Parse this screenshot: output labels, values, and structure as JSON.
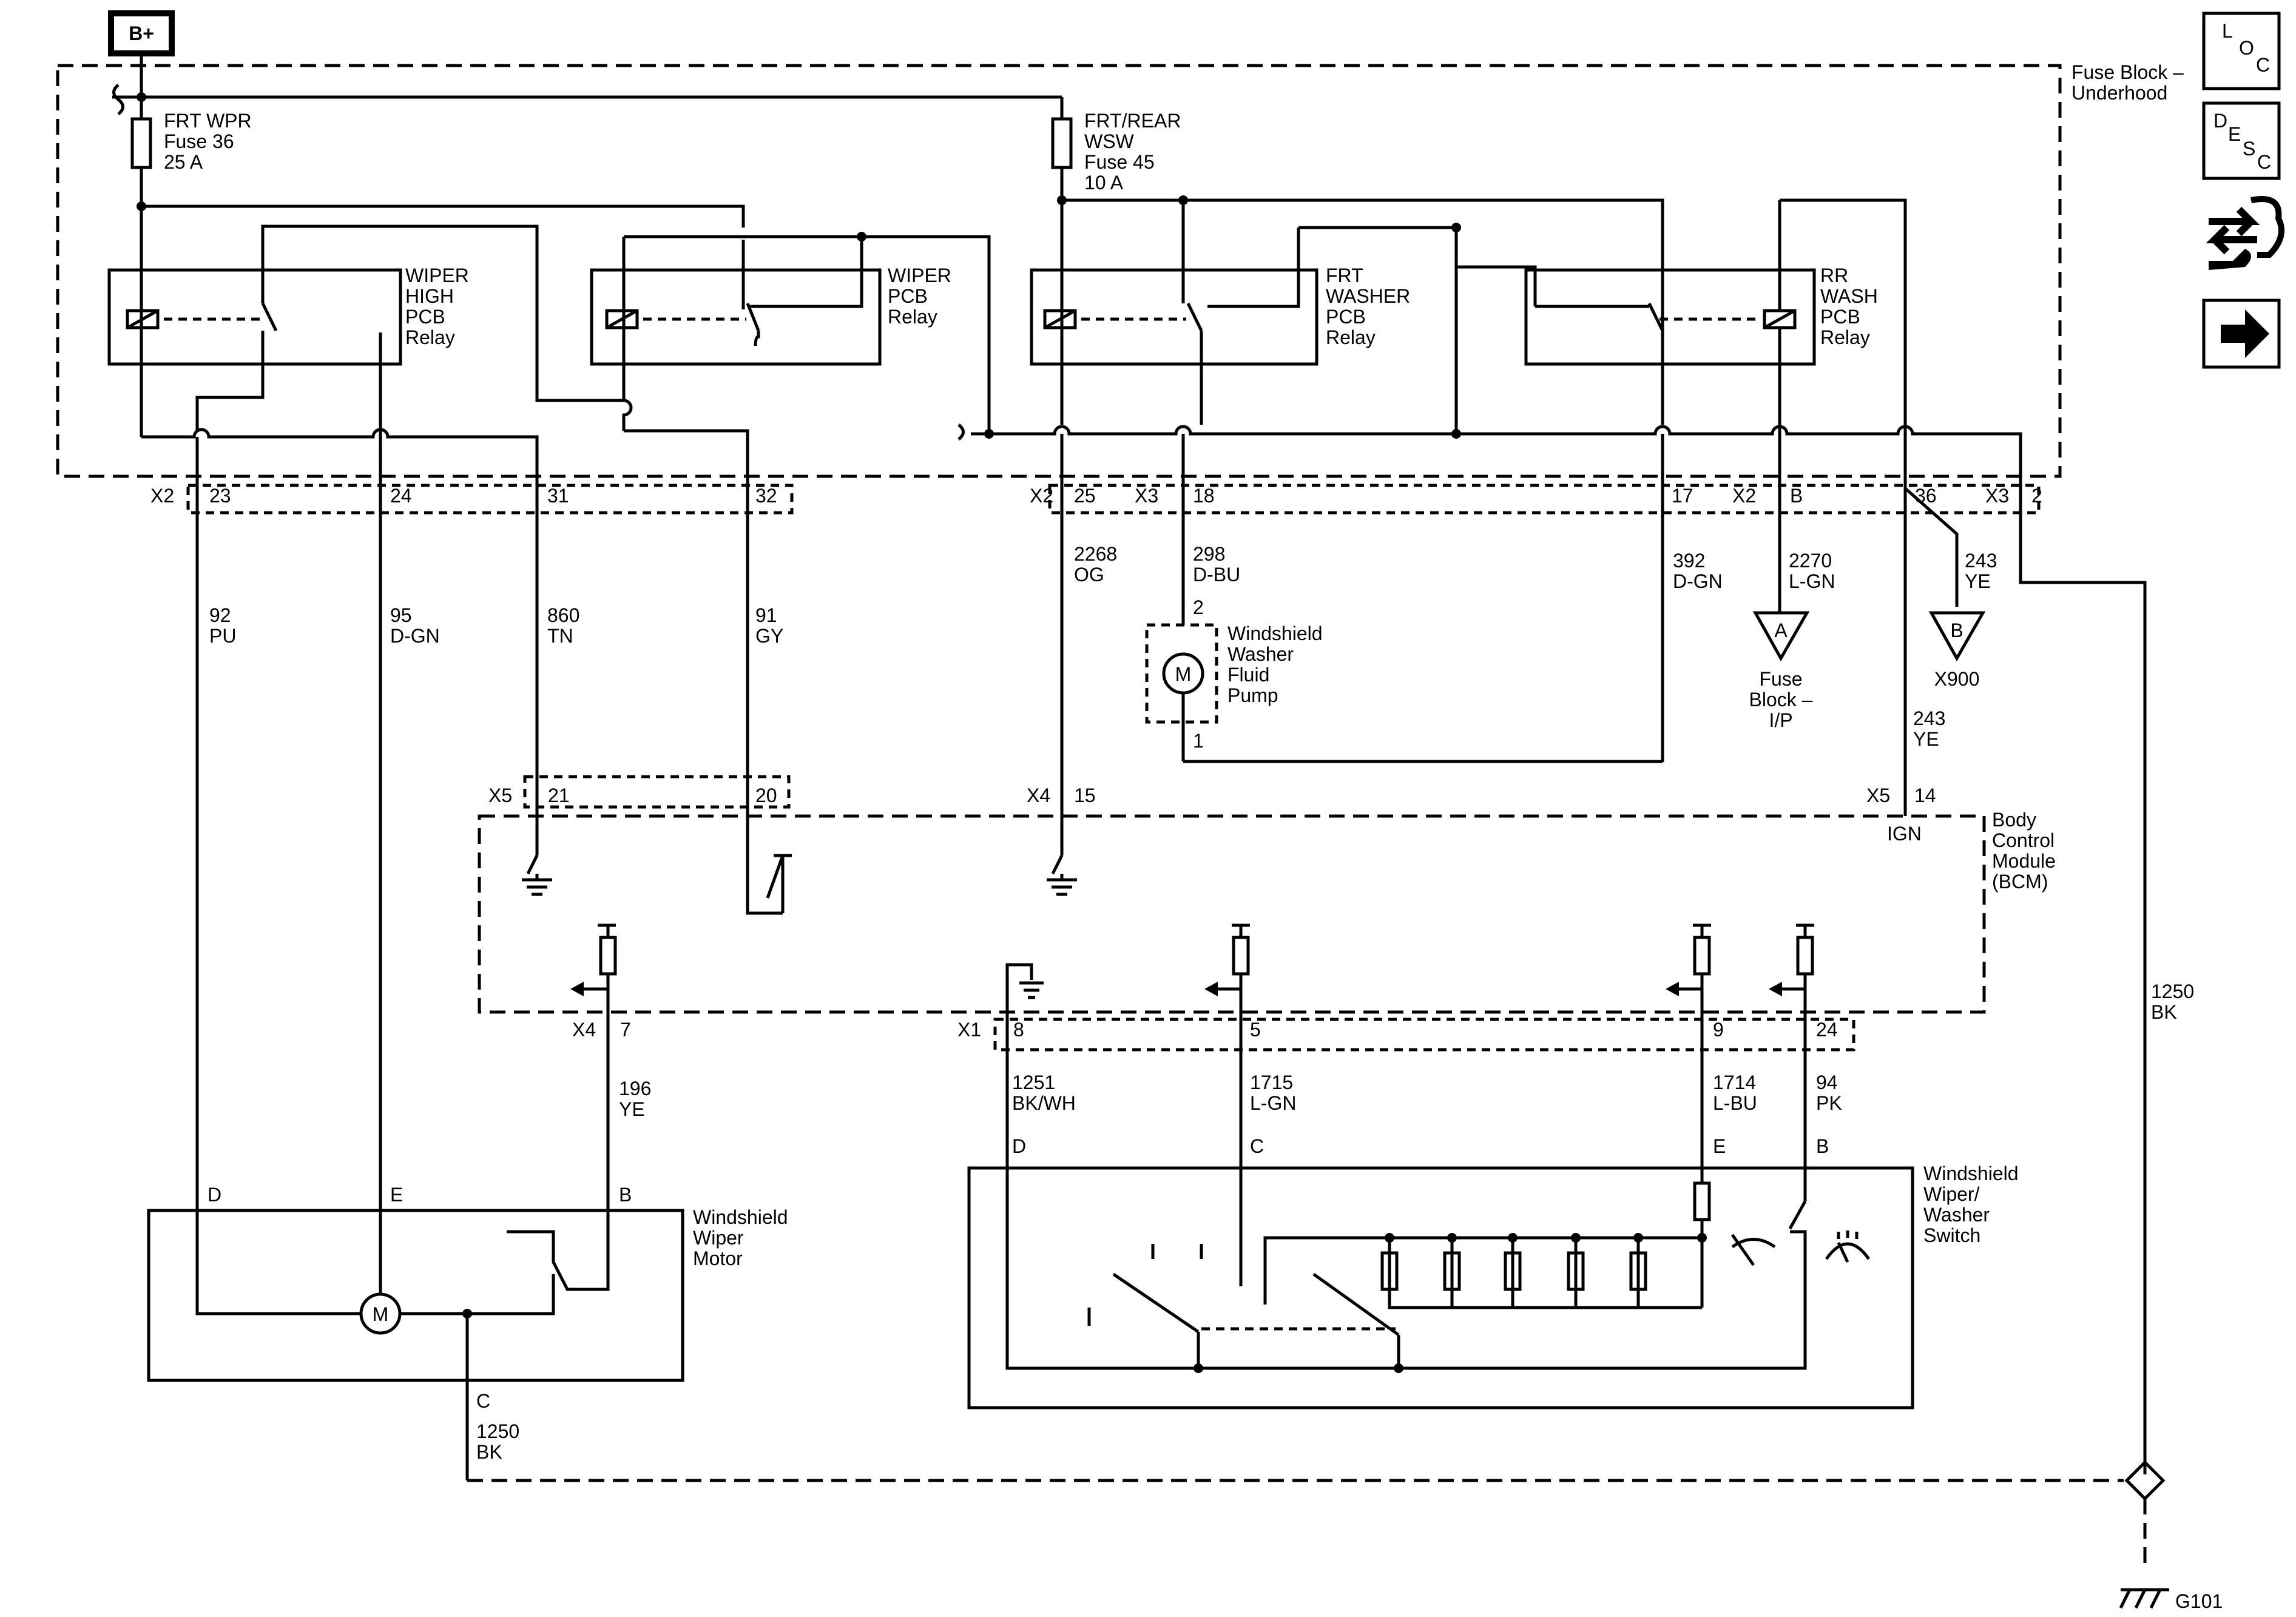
{
  "power": {
    "bplus": "B+"
  },
  "fuse_block_underhood": {
    "line1": "Fuse Block –",
    "line2": "Underhood"
  },
  "fuses": {
    "wpr": {
      "l1": "FRT WPR",
      "l2": "Fuse 36",
      "l3": "25 A"
    },
    "wsw": {
      "l1": "FRT/REAR",
      "l2": "WSW",
      "l3": "Fuse 45",
      "l4": "10 A"
    }
  },
  "relays": {
    "wiper_high": [
      "WIPER",
      "HIGH",
      "PCB",
      "Relay"
    ],
    "wiper": [
      "WIPER",
      "PCB",
      "Relay"
    ],
    "frt_washer": [
      "FRT",
      "WASHER",
      "PCB",
      "Relay"
    ],
    "rr_wash": [
      "RR",
      "WASH",
      "PCB",
      "Relay"
    ]
  },
  "connectors": {
    "x2": "X2",
    "x3": "X3",
    "x4": "X4",
    "x5": "X5",
    "x1": "X1",
    "p23": "23",
    "p24": "24",
    "p31": "31",
    "p32": "32",
    "p25": "25",
    "p18": "18",
    "p17": "17",
    "pB": "B",
    "p36": "36",
    "p2": "2",
    "p21": "21",
    "p20": "20",
    "p15": "15",
    "p14": "14",
    "p7": "7",
    "p8": "8",
    "p5": "5",
    "p9": "9",
    "p24b": "24"
  },
  "wires": {
    "w92": {
      "num": "92",
      "color": "PU"
    },
    "w95": {
      "num": "95",
      "color": "D-GN"
    },
    "w860": {
      "num": "860",
      "color": "TN"
    },
    "w91": {
      "num": "91",
      "color": "GY"
    },
    "w2268": {
      "num": "2268",
      "color": "OG"
    },
    "w298": {
      "num": "298",
      "color": "D-BU"
    },
    "w392": {
      "num": "392",
      "color": "D-GN"
    },
    "w2270": {
      "num": "2270",
      "color": "L-GN"
    },
    "w243a": {
      "num": "243",
      "color": "YE"
    },
    "w243b": {
      "num": "243",
      "color": "YE"
    },
    "w1250a": {
      "num": "1250",
      "color": "BK"
    },
    "w1250b": {
      "num": "1250",
      "color": "BK"
    },
    "w196": {
      "num": "196",
      "color": "YE"
    },
    "w1251": {
      "num": "1251",
      "color": "BK/WH"
    },
    "w1715": {
      "num": "1715",
      "color": "L-GN"
    },
    "w1714": {
      "num": "1714",
      "color": "L-BU"
    },
    "w94": {
      "num": "94",
      "color": "PK"
    }
  },
  "pump": {
    "label": [
      "Windshield",
      "Washer",
      "Fluid",
      "Pump"
    ],
    "pin2": "2",
    "pin1": "1",
    "motor": "M"
  },
  "offpage": {
    "a": {
      "letter": "A",
      "label": [
        "Fuse",
        "Block –",
        "I/P"
      ]
    },
    "b": {
      "letter": "B",
      "label": "X900"
    }
  },
  "bcm": {
    "label": [
      "Body",
      "Control",
      "Module",
      "(BCM)"
    ],
    "ign": "IGN"
  },
  "wiper_motor": {
    "label": [
      "Windshield",
      "Wiper",
      "Motor"
    ],
    "motor": "M",
    "pinD": "D",
    "pinE": "E",
    "pinB": "B",
    "pinC": "C"
  },
  "wiper_switch": {
    "label": [
      "Windshield",
      "Wiper/",
      "Washer",
      "Switch"
    ],
    "pinD": "D",
    "pinC": "C",
    "pinE": "E",
    "pinB": "B"
  },
  "ground": {
    "label": "G101"
  },
  "side_icons": {
    "loc": {
      "l": "L",
      "o": "O",
      "c": "C",
      "icon": "location-icon"
    },
    "desc": {
      "d": "D",
      "e": "E",
      "s": "S",
      "c": "C",
      "icon": "description-icon"
    },
    "connector_icon": "connector-repair-icon",
    "next_icon": "arrow-right-icon"
  }
}
